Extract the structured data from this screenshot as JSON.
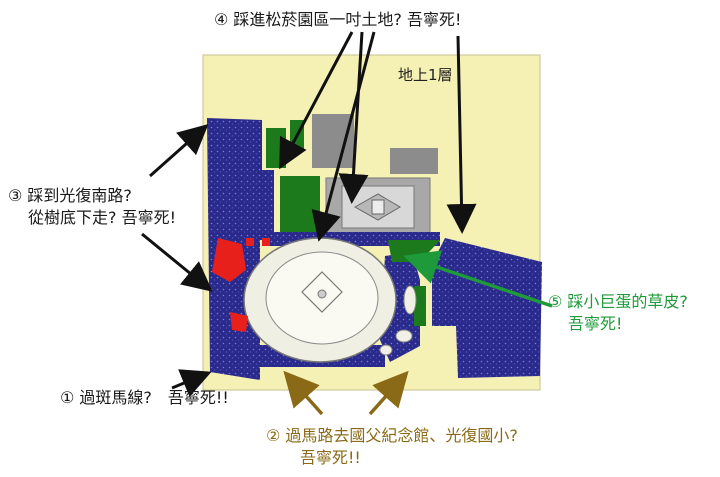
{
  "floor_label": "地上1層",
  "annotations": {
    "a1": "① 過斑馬線?　吾寧死!!",
    "a2_line1": "② 過馬路去國父紀念館、光復國小?",
    "a2_line2": "吾寧死!!",
    "a3_line1": "③ 踩到光復南路?",
    "a3_line2": "從樹底下走? 吾寧死!",
    "a4": "④ 踩進松菸園區一吋土地? 吾寧死!",
    "a5_line1": "⑤ 踩小巨蛋的草皮?",
    "a5_line2": "吾寧死!"
  },
  "colors": {
    "map_bg": "#f5f0b4",
    "crowd": "#2a2a8c",
    "grass": "#1c7a1c",
    "building": "#8c8c8c",
    "red_zone": "#e8201c",
    "green_text": "#1f9a3a",
    "brown_arrow": "#8a6a16",
    "black_arrow": "#111111"
  }
}
